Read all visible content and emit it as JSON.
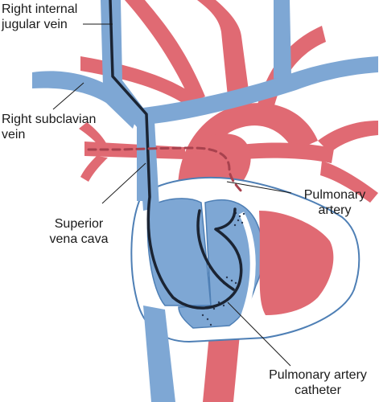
{
  "labels": {
    "jugular": [
      "Right internal",
      "jugular vein"
    ],
    "subclavian": [
      "Right subclavian",
      "vein"
    ],
    "svc": [
      "Superior",
      "vena cava"
    ],
    "pa": [
      "Pulmonary",
      "artery"
    ],
    "catheter": [
      "Pulmonary artery",
      "catheter"
    ]
  },
  "colors": {
    "vein": "#7ea7d4",
    "vein_edge": "#4e7fb5",
    "artery": "#e06a73",
    "artery_dark": "#c7535d",
    "catheter": "#1b2433",
    "leader": "#1a1a1a"
  }
}
